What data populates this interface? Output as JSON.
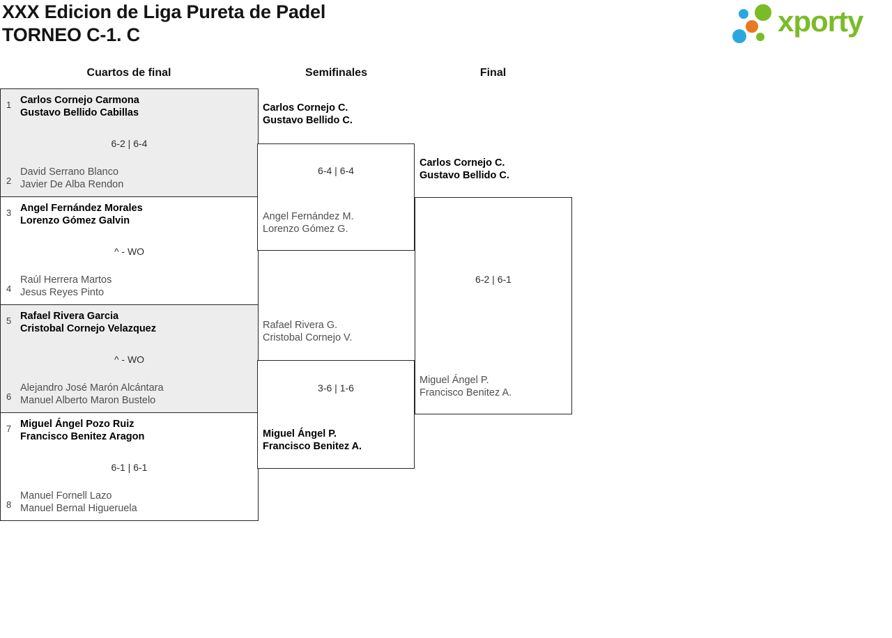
{
  "title": {
    "line1": "XXX Edicion de Liga Pureta de Padel",
    "line2": "TORNEO C-1. C"
  },
  "logo": {
    "text": "xporty",
    "colors": {
      "green": "#7abc27",
      "blue": "#2ba7df",
      "orange": "#e8791f"
    }
  },
  "rounds": [
    {
      "header": "Cuartos de final",
      "matches": [
        {
          "seed1": "1",
          "team1": [
            "Carlos Cornejo Carmona",
            "Gustavo Bellido Cabillas"
          ],
          "score": "6-2 | 6-4",
          "seed2": "2",
          "team2": [
            "David Serrano Blanco",
            "Javier De Alba Rendon"
          ]
        },
        {
          "seed1": "3",
          "team1": [
            "Angel Fernández Morales",
            "Lorenzo Gómez Galvin"
          ],
          "score": "^ - WO",
          "seed2": "4",
          "team2": [
            "Raúl Herrera Martos",
            "Jesus Reyes Pinto"
          ]
        },
        {
          "seed1": "5",
          "team1": [
            "Rafael Rivera Garcia",
            "Cristobal Cornejo Velazquez"
          ],
          "score": "^ - WO",
          "seed2": "6",
          "team2": [
            "Alejandro José Marón Alcántara",
            "Manuel Alberto Maron Bustelo"
          ]
        },
        {
          "seed1": "7",
          "team1": [
            "Miguel Ángel Pozo Ruiz",
            "Francisco Benitez Aragon"
          ],
          "score": "6-1 | 6-1",
          "seed2": "8",
          "team2": [
            "Manuel Fornell Lazo",
            "Manuel Bernal Higueruela"
          ]
        }
      ]
    },
    {
      "header": "Semifinales",
      "matches": [
        {
          "team1": [
            "Carlos Cornejo C.",
            "Gustavo Bellido C."
          ],
          "score": "6-4 | 6-4",
          "team2": [
            "Angel Fernández M.",
            "Lorenzo Gómez G."
          ]
        },
        {
          "team1": [
            "Rafael Rivera G.",
            "Cristobal Cornejo V."
          ],
          "score": "3-6 | 1-6",
          "team2": [
            "Miguel Ángel P.",
            "Francisco Benitez A."
          ]
        }
      ]
    },
    {
      "header": "Final",
      "matches": [
        {
          "team1": [
            "Carlos Cornejo C.",
            "Gustavo Bellido C."
          ],
          "score": "6-2 | 6-1",
          "team2": [
            "Miguel Ángel P.",
            "Francisco Benitez A."
          ]
        }
      ]
    }
  ]
}
